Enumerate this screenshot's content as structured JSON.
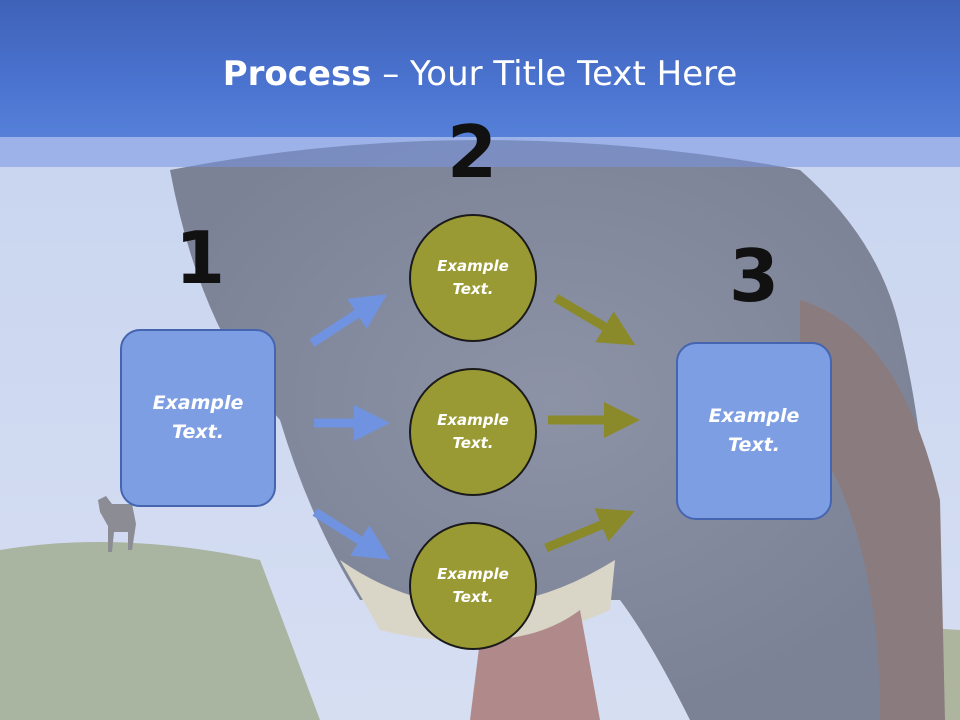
{
  "title": {
    "bold": "Process",
    "rest": " – Your Title Text Here"
  },
  "steps": [
    {
      "number": "1"
    },
    {
      "number": "2"
    },
    {
      "number": "3"
    }
  ],
  "left_box": {
    "line1": "Example",
    "line2": "Text."
  },
  "right_box": {
    "line1": "Example",
    "line2": "Text."
  },
  "circles": [
    {
      "line1": "Example",
      "line2": "Text."
    },
    {
      "line1": "Example",
      "line2": "Text."
    },
    {
      "line1": "Example",
      "line2": "Text."
    }
  ],
  "colors": {
    "header": "#4a73cf",
    "box": "#7e9ee3",
    "circle": "#9a9a34",
    "arrow_left": "#6f93e0",
    "arrow_right": "#8a8a2a"
  }
}
